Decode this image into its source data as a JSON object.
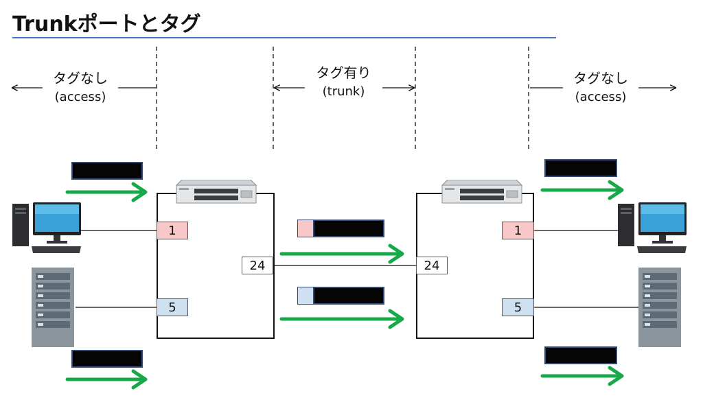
{
  "title": "Trunkポートとタグ",
  "zones": {
    "left": {
      "label": "タグなし",
      "sub": "(access)"
    },
    "center": {
      "label": "タグ有り",
      "sub": "(trunk)"
    },
    "right": {
      "label": "タグなし",
      "sub": "(access)"
    }
  },
  "left_switch": {
    "port_red": "1",
    "port_blue": "5",
    "port_trunk": "24"
  },
  "right_switch": {
    "port_red": "1",
    "port_blue": "5",
    "port_trunk": "24"
  },
  "colors": {
    "accent_line": "#4472c4",
    "arrow_green": "#17a84a",
    "port_red": "#f8c8c8",
    "port_blue": "#cfe0f0",
    "frame_border": "#2f4a7a"
  },
  "icons": [
    "pc-icon",
    "server-icon",
    "network-switch-icon",
    "arrow-right-icon",
    "arrow-left-icon"
  ]
}
